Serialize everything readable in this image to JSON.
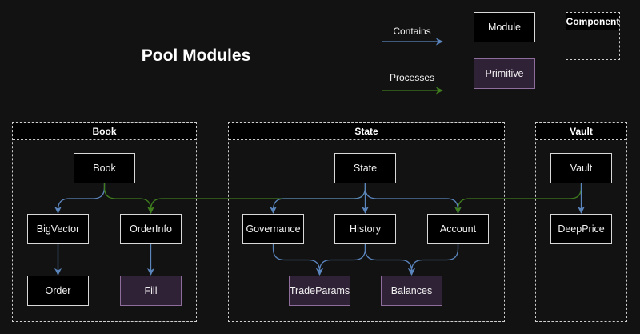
{
  "title": "Pool Modules",
  "legend": {
    "contains_label": "Contains",
    "processes_label": "Processes",
    "module_label": "Module",
    "primitive_label": "Primitive",
    "component_label": "Component"
  },
  "colors": {
    "contains": "#5b85bd",
    "processes": "#3f7d1f",
    "module_border": "#d8d8d8",
    "primitive_fill": "#2f2136",
    "primitive_border": "#8e6c9c",
    "background": "#121212"
  },
  "groups": [
    {
      "id": "book",
      "label": "Book"
    },
    {
      "id": "state",
      "label": "State"
    },
    {
      "id": "vault",
      "label": "Vault"
    }
  ],
  "nodes": {
    "book": {
      "label": "Book",
      "kind": "module"
    },
    "bigvector": {
      "label": "BigVector",
      "kind": "module"
    },
    "orderinfo": {
      "label": "OrderInfo",
      "kind": "module"
    },
    "order": {
      "label": "Order",
      "kind": "module"
    },
    "fill": {
      "label": "Fill",
      "kind": "primitive"
    },
    "state": {
      "label": "State",
      "kind": "module"
    },
    "governance": {
      "label": "Governance",
      "kind": "module"
    },
    "history": {
      "label": "History",
      "kind": "module"
    },
    "account": {
      "label": "Account",
      "kind": "module"
    },
    "tradeparams": {
      "label": "TradeParams",
      "kind": "primitive"
    },
    "balances": {
      "label": "Balances",
      "kind": "primitive"
    },
    "vault": {
      "label": "Vault",
      "kind": "module"
    },
    "deepprice": {
      "label": "DeepPrice",
      "kind": "module"
    }
  },
  "edges": [
    {
      "from": "book",
      "to": "bigvector",
      "type": "contains"
    },
    {
      "from": "book",
      "to": "orderinfo",
      "type": "processes"
    },
    {
      "from": "state",
      "to": "orderinfo",
      "type": "processes"
    },
    {
      "from": "state",
      "to": "governance",
      "type": "contains"
    },
    {
      "from": "state",
      "to": "history",
      "type": "contains"
    },
    {
      "from": "state",
      "to": "account",
      "type": "contains"
    },
    {
      "from": "vault",
      "to": "account",
      "type": "processes"
    },
    {
      "from": "vault",
      "to": "deepprice",
      "type": "contains"
    },
    {
      "from": "bigvector",
      "to": "order",
      "type": "contains"
    },
    {
      "from": "orderinfo",
      "to": "fill",
      "type": "contains"
    },
    {
      "from": "governance",
      "to": "tradeparams",
      "type": "contains"
    },
    {
      "from": "history",
      "to": "tradeparams",
      "type": "contains"
    },
    {
      "from": "history",
      "to": "balances",
      "type": "contains"
    },
    {
      "from": "account",
      "to": "balances",
      "type": "contains"
    }
  ]
}
